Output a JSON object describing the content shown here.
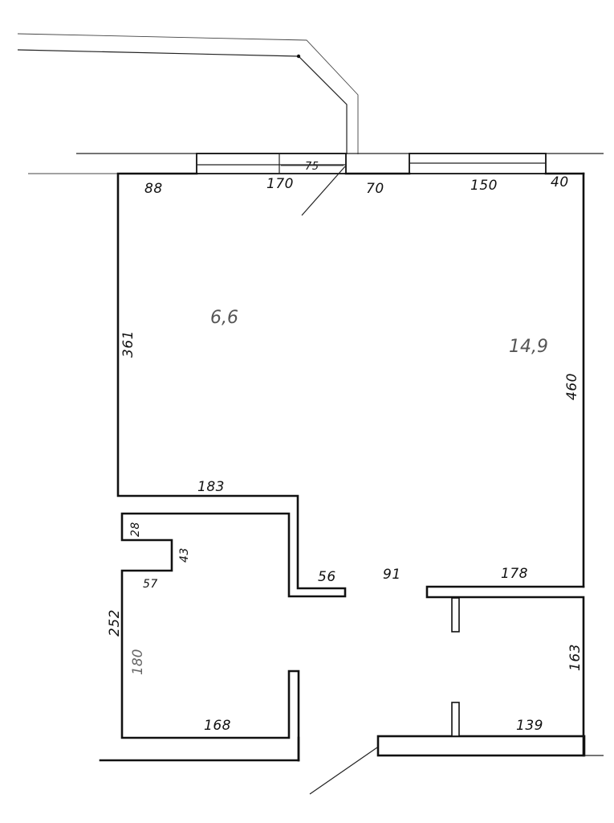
{
  "rooms": {
    "room_left_area": "6,6",
    "room_right_area": "14,9",
    "bathroom_area": "180"
  },
  "dimensions": {
    "top_88": "88",
    "top_170": "170",
    "top_75": "75",
    "top_70": "70",
    "top_150": "150",
    "top_40": "40",
    "left_361": "361",
    "right_460": "460",
    "mid_183": "183",
    "bath_28": "28",
    "bath_43": "43",
    "bath_57": "57",
    "bath_252": "252",
    "mid_56": "56",
    "mid_91": "91",
    "mid_178": "178",
    "right_163": "163",
    "bottom_168": "168",
    "bottom_139": "139"
  }
}
